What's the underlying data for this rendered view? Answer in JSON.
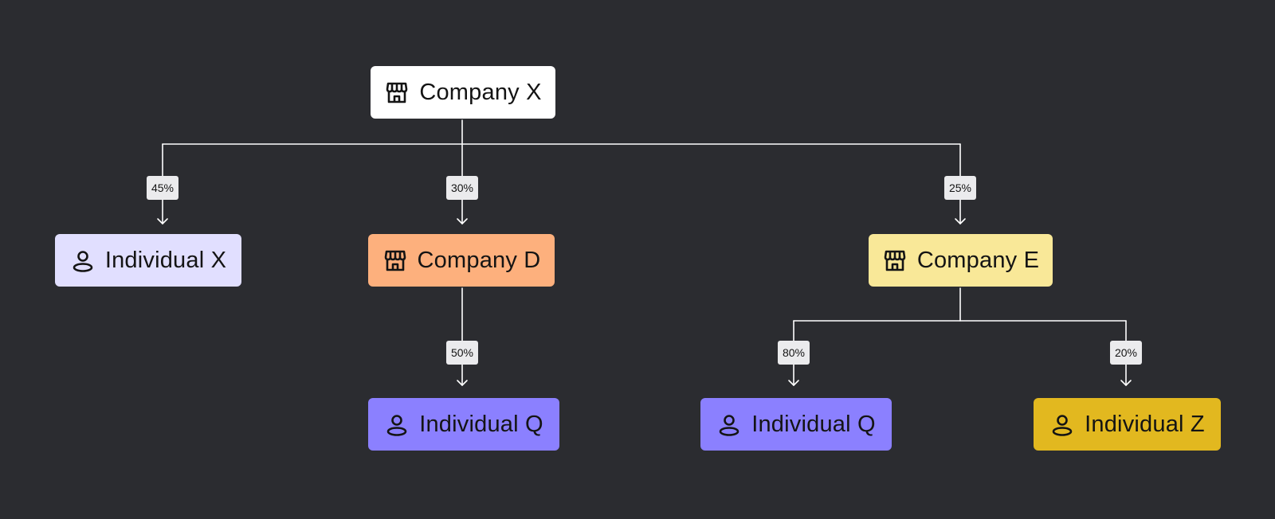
{
  "colors": {
    "background": "#2b2c30",
    "connector": "#ffffff",
    "badge": "#ebebed",
    "company_x": "#ffffff",
    "company_d": "#fdb07d",
    "company_e": "#f9e898",
    "individual_x": "#e1dfff",
    "individual_q": "#8b80ff",
    "individual_z": "#e2b81f"
  },
  "nodes": {
    "company_x": {
      "label": "Company X",
      "icon": "store-icon"
    },
    "individual_x": {
      "label": "Individual X",
      "icon": "person-icon"
    },
    "company_d": {
      "label": "Company D",
      "icon": "store-icon"
    },
    "company_e": {
      "label": "Company E",
      "icon": "store-icon"
    },
    "individual_q_1": {
      "label": "Individual Q",
      "icon": "person-icon"
    },
    "individual_q_2": {
      "label": "Individual Q",
      "icon": "person-icon"
    },
    "individual_z": {
      "label": "Individual Z",
      "icon": "person-icon"
    }
  },
  "edges": {
    "x_to_individual_x": "45%",
    "x_to_company_d": "30%",
    "x_to_company_e": "25%",
    "d_to_individual_q": "50%",
    "e_to_individual_q": "80%",
    "e_to_individual_z": "20%"
  }
}
